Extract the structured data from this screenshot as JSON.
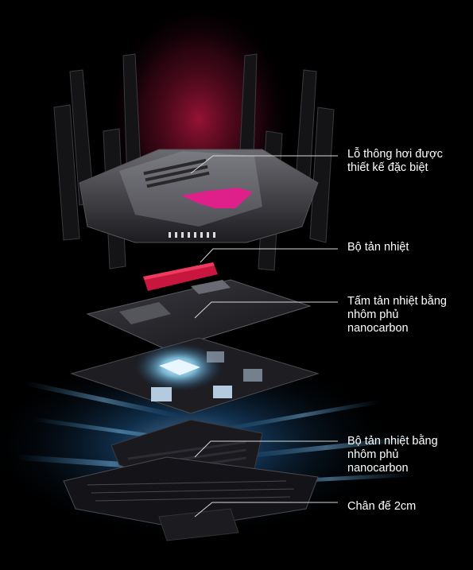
{
  "labels": [
    {
      "text": "Lỗ thông hơi được\nthiết kế đặc biệt"
    },
    {
      "text": "Bộ tản nhiệt"
    },
    {
      "text": "Tấm tản nhiệt bằng\nnhôm phủ\nnanocarbon"
    },
    {
      "text": "Bộ tản nhiệt bằng\nnhôm phủ\nnanocarbon"
    },
    {
      "text": "Chân đế 2cm"
    }
  ],
  "colors": {
    "background": "#000000",
    "accent_red": "#c8173f",
    "accent_magenta": "#e0208a",
    "glow_blue": "#4fb4ff",
    "line": "#d8d8d8"
  }
}
